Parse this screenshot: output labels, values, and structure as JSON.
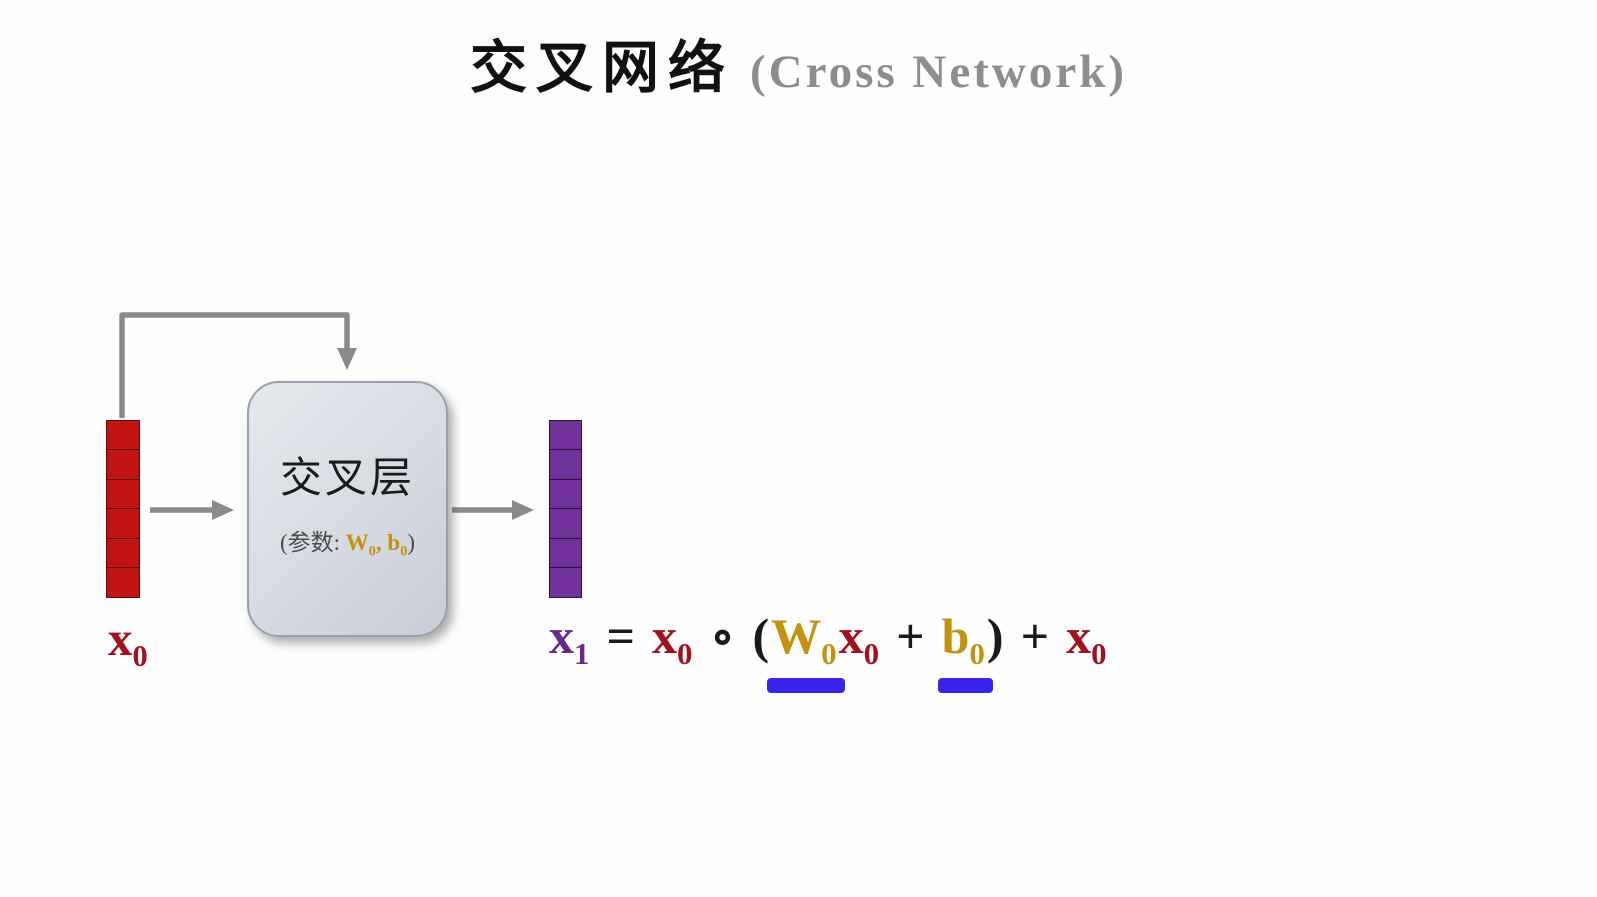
{
  "title": {
    "zh": "交叉网络",
    "en": "(Cross Network)"
  },
  "labels": {
    "x0_base": "x",
    "x0_sub": "0"
  },
  "cross_layer": {
    "title": "交叉层",
    "params_prefix": "(参数:",
    "w_base": "W",
    "w_sub": "0",
    "comma": ",",
    "b_base": "b",
    "b_sub": "0",
    "params_suffix": ")"
  },
  "vectors": {
    "input": {
      "cells": 6
    },
    "output": {
      "cells": 6
    }
  },
  "formula": {
    "tokens": [
      {
        "name": "x1",
        "t": "x",
        "sub": "1",
        "c": "purple"
      },
      {
        "name": "equals",
        "t": "=",
        "c": "black"
      },
      {
        "name": "x0-a",
        "t": "x",
        "sub": "0",
        "c": "red"
      },
      {
        "name": "hadamard",
        "t": "∘",
        "c": "black"
      },
      {
        "name": "lparen",
        "t": "(",
        "c": "black",
        "sp": false
      },
      {
        "name": "W0",
        "t": "W",
        "sub": "0",
        "c": "gold",
        "u": true,
        "sp": false
      },
      {
        "name": "x0-b",
        "t": "x",
        "sub": "0",
        "c": "red"
      },
      {
        "name": "plus-1",
        "t": "+",
        "c": "black"
      },
      {
        "name": "b0",
        "t": "b",
        "sub": "0",
        "c": "gold",
        "u": true,
        "sp": false
      },
      {
        "name": "rparen",
        "t": ")",
        "c": "black"
      },
      {
        "name": "plus-2",
        "t": "+",
        "c": "black"
      },
      {
        "name": "x0-c",
        "t": "x",
        "sub": "0",
        "c": "red"
      }
    ]
  },
  "colors": {
    "red": "#c31414",
    "red_border": "#5f0808",
    "purple": "#72329b",
    "purple_border": "#2a123f",
    "purple_text": "#6b2a8a",
    "dark_red": "#a3101e",
    "gold": "#c2930f",
    "blue_bar": "#3a23ee",
    "arrow": "#8a8a8a",
    "black": "#1a1a1a",
    "title_gray": "#8d8d8d"
  }
}
